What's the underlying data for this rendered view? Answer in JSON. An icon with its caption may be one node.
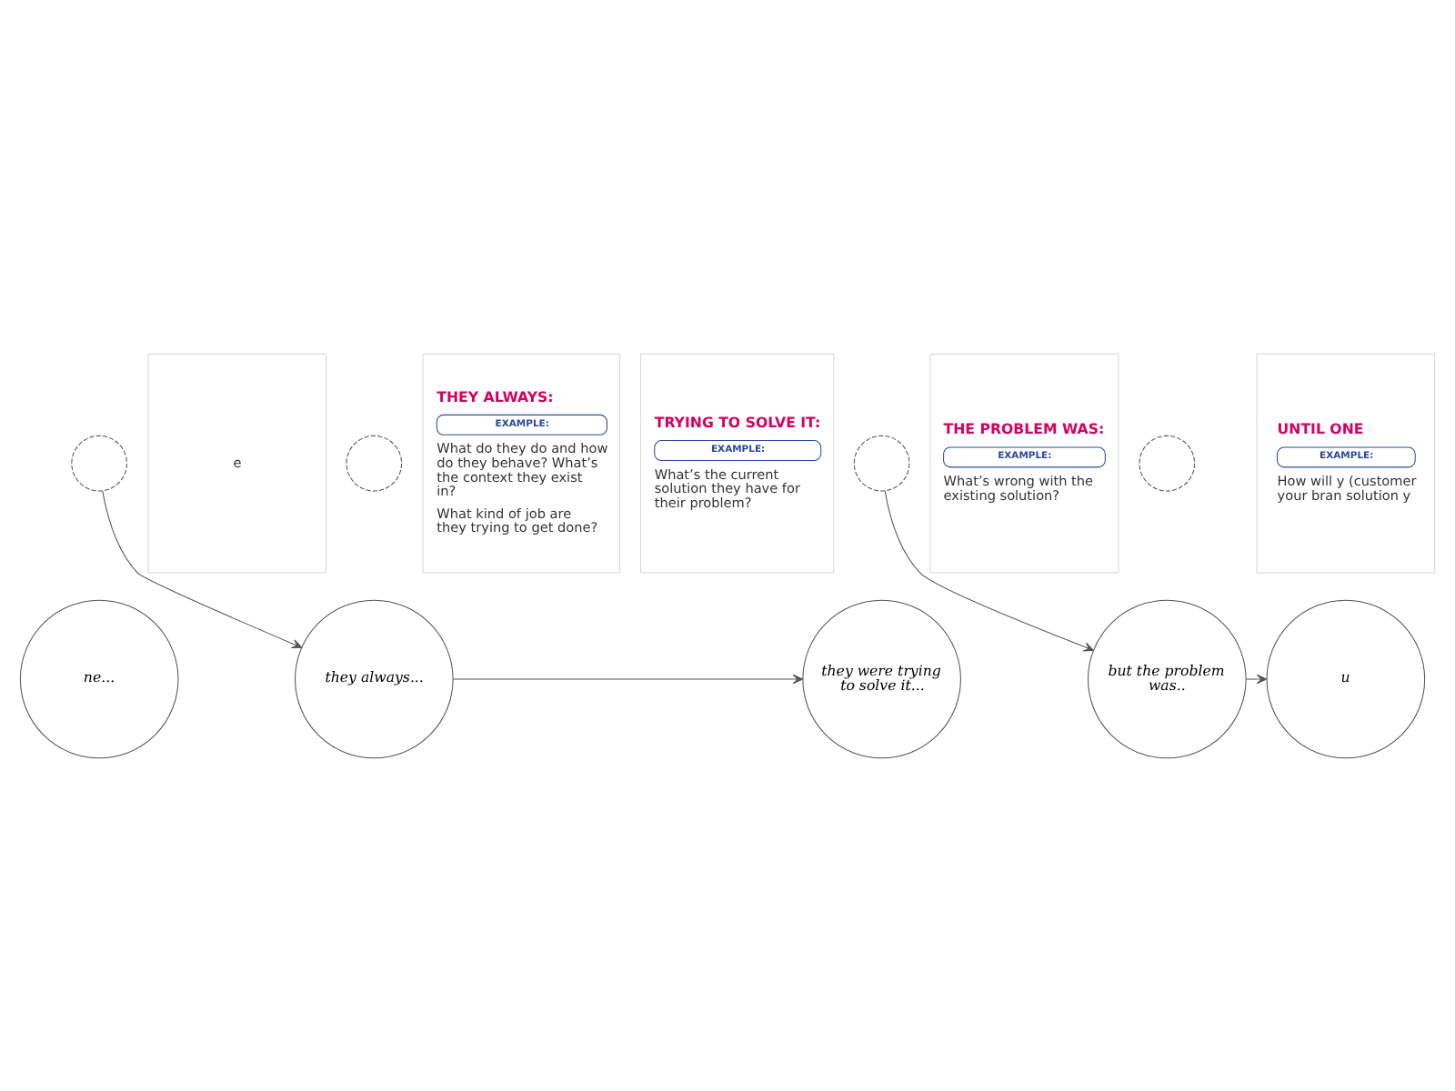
{
  "diagram": {
    "nodes": [
      {
        "text": [
          "e"
        ]
      },
      {
        "text": [
          "THEY ALWAYS:",
          "EXAMPLE:",
          "What do they do and how do they behave? What’s the context they exist in?",
          "What kind of job are they trying to get done?"
        ]
      },
      {
        "text": [
          "TRYING TO SOLVE IT:",
          "EXAMPLE:",
          "What’s the current solution they have for their problem?"
        ]
      },
      {
        "text": [
          "THE PROBLEM WAS:",
          "EXAMPLE:",
          "What’s wrong with the existing solution?"
        ]
      },
      {
        "text": [
          "UNTIL ONE",
          "EXAMPLE:",
          "How will y (customer your bran solution y"
        ]
      },
      {
        "text": [
          "ne..."
        ]
      },
      {
        "text": [],
        "shape": "circle"
      },
      {
        "text": [
          "they always..."
        ]
      },
      {
        "text": [],
        "shape": "circle"
      },
      {
        "text": [
          "they were trying to solve it..."
        ]
      },
      {
        "text": [],
        "shape": "circle"
      },
      {
        "text": [
          "but the problem was.."
        ]
      },
      {
        "text": [],
        "shape": "circle"
      },
      {
        "text": [
          "u"
        ]
      }
    ],
    "edges": [
      {
        "from": 6,
        "to": 7,
        "arrow": "to"
      },
      {
        "from": 7,
        "to": 9,
        "arrow": "to"
      },
      {
        "from": 10,
        "to": 11,
        "arrow": "to"
      },
      {
        "from": 11,
        "to": 13,
        "arrow": "to"
      }
    ]
  }
}
